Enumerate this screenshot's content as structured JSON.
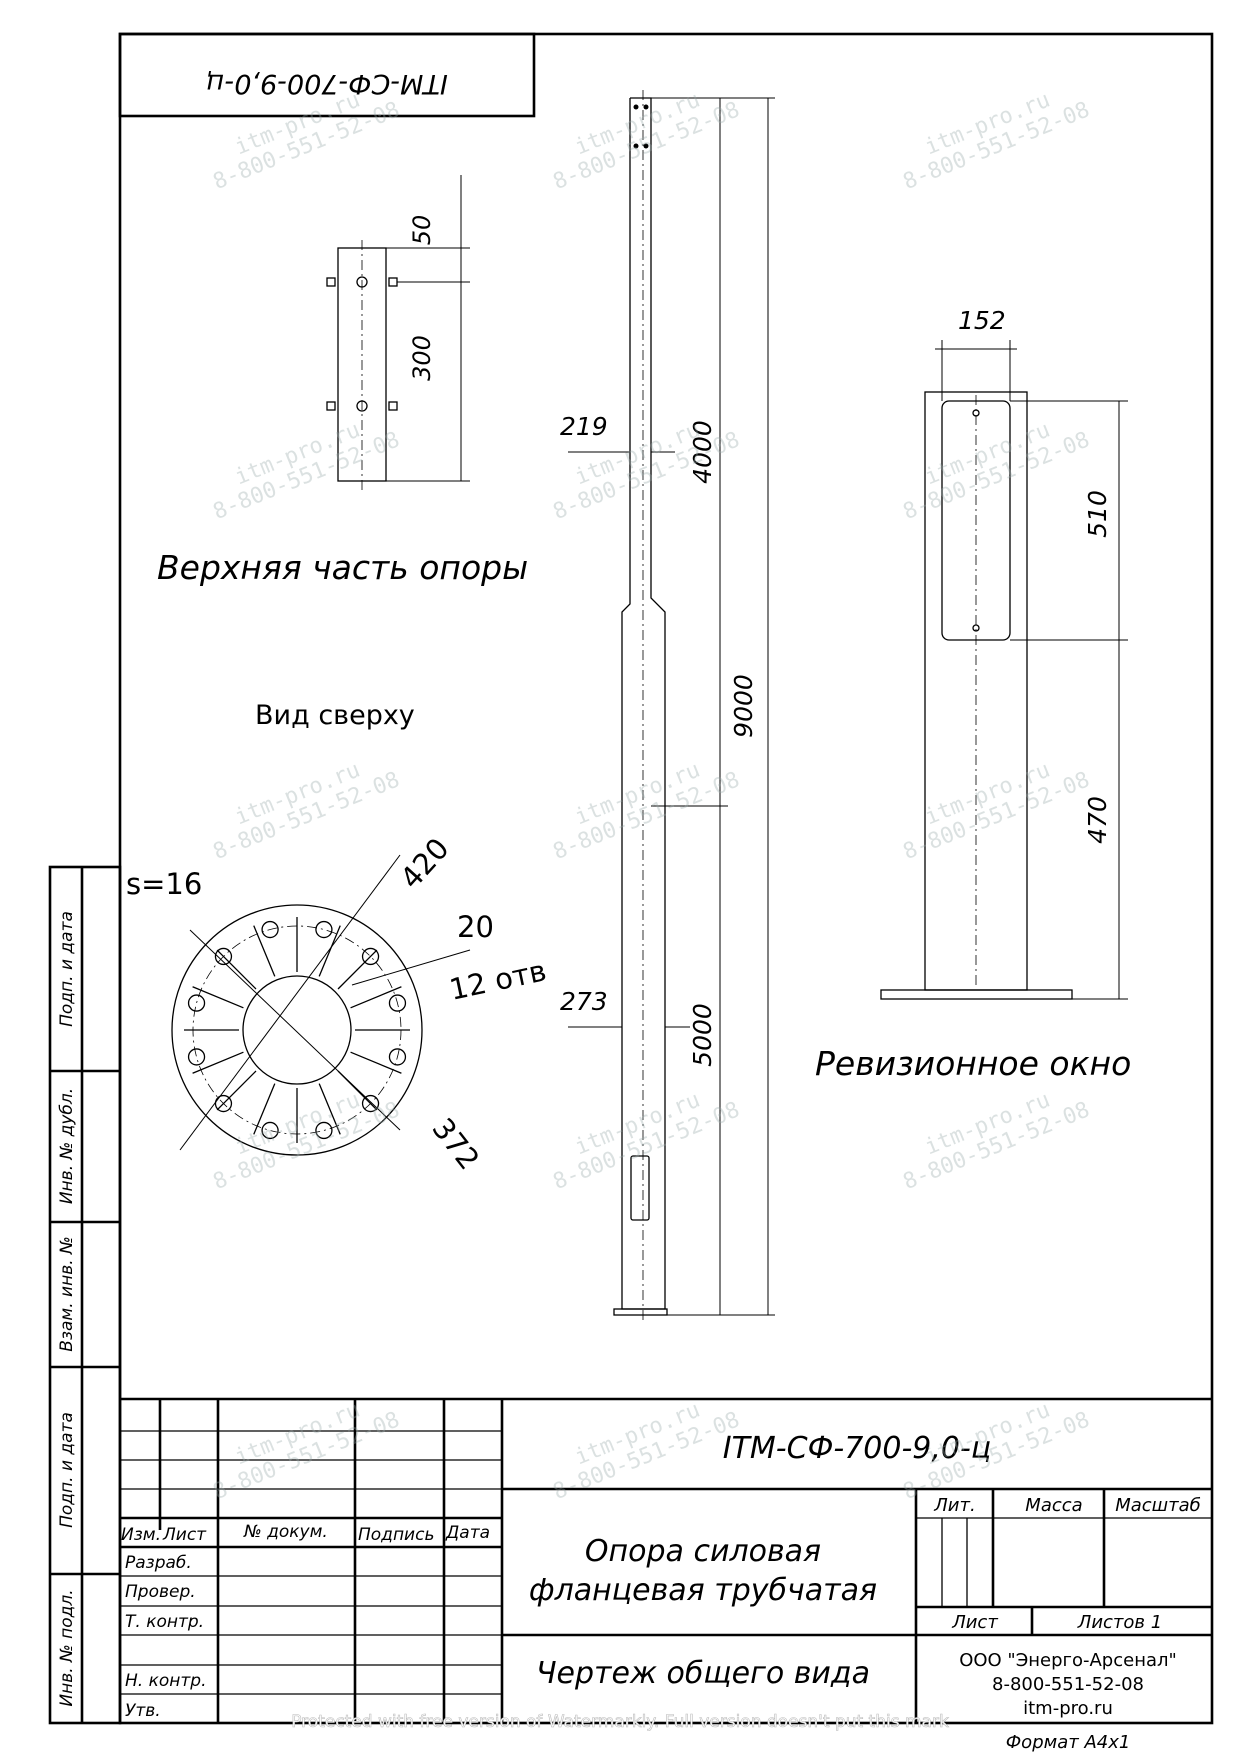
{
  "stamp_top": "ITM-СФ-700-9,0-ц",
  "upper_view": {
    "title": "Верхняя часть опоры",
    "dim_50": "50",
    "dim_300": "300"
  },
  "top_view": {
    "title": "Вид сверху",
    "thickness": "s=16",
    "dim_420": "420",
    "dim_20": "20",
    "holes": "12 отв",
    "dim_372": "372"
  },
  "pole": {
    "dim_219": "219",
    "dim_273": "273",
    "dim_4000": "4000",
    "dim_5000": "5000",
    "dim_9000": "9000"
  },
  "rev_window": {
    "title": "Ревизионное окно",
    "dim_152": "152",
    "dim_510": "510",
    "dim_470": "470"
  },
  "side_strip": [
    "Подп. и дата",
    "Инв. № дубл.",
    "Взам. инв. №",
    "Подп. и дата",
    "Инв. № подл."
  ],
  "title_block": {
    "designation": "ITM-СФ-700-9,0-ц",
    "headers": [
      "Изм.",
      "Лист",
      "№ докум.",
      "Подпись",
      "Дата"
    ],
    "roles": [
      "Разраб.",
      "Провер.",
      "Т. контр.",
      "",
      "Н. контр.",
      "Утв."
    ],
    "name_line1": "Опора силовая",
    "name_line2": "фланцевая  трубчатая",
    "doc_type": "Чертеж общего вида",
    "lit": "Лит.",
    "mass": "Масса",
    "scale": "Масштаб",
    "sheet": "Лист",
    "sheets": "Листов 1",
    "org_name": "ООО \"Энерго-Арсенал\"",
    "org_phone": "8-800-551-52-08",
    "org_site": "itm-pro.ru",
    "format": "Формат  А4х1"
  },
  "watermark": {
    "site": "itm-pro.ru",
    "phone": "8-800-551-52-08",
    "notice": "Protected with free version of Watermarkly. Full version doesn't put this mark"
  }
}
